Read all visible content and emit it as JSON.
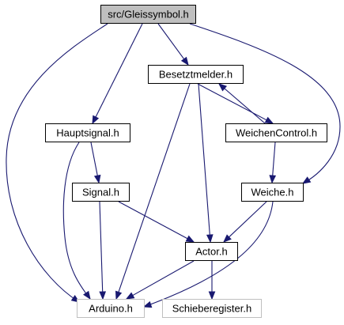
{
  "graph": {
    "colors": {
      "edge": "#191970",
      "node_border": "#000000",
      "node_fill": "#ffffff",
      "root_fill": "#bfbfbf",
      "external_border": "#bfbfbf"
    },
    "nodes": [
      {
        "id": "gleissymbol",
        "label": "src/Gleissymbol.h",
        "style": "root"
      },
      {
        "id": "besetztmelder",
        "label": "Besetztmelder.h",
        "style": "normal"
      },
      {
        "id": "hauptsignal",
        "label": "Hauptsignal.h",
        "style": "normal"
      },
      {
        "id": "weichencontrol",
        "label": "WeichenControl.h",
        "style": "normal"
      },
      {
        "id": "signal",
        "label": "Signal.h",
        "style": "normal"
      },
      {
        "id": "weiche",
        "label": "Weiche.h",
        "style": "normal"
      },
      {
        "id": "actor",
        "label": "Actor.h",
        "style": "normal"
      },
      {
        "id": "arduino",
        "label": "Arduino.h",
        "style": "external"
      },
      {
        "id": "schieberegister",
        "label": "Schieberegister.h",
        "style": "external"
      }
    ],
    "edges": [
      {
        "from": "gleissymbol",
        "to": "besetztmelder"
      },
      {
        "from": "gleissymbol",
        "to": "hauptsignal"
      },
      {
        "from": "gleissymbol",
        "to": "weiche"
      },
      {
        "from": "gleissymbol",
        "to": "arduino"
      },
      {
        "from": "besetztmelder",
        "to": "weichencontrol"
      },
      {
        "from": "weichencontrol",
        "to": "besetztmelder"
      },
      {
        "from": "besetztmelder",
        "to": "actor"
      },
      {
        "from": "besetztmelder",
        "to": "arduino"
      },
      {
        "from": "hauptsignal",
        "to": "signal"
      },
      {
        "from": "hauptsignal",
        "to": "arduino"
      },
      {
        "from": "weichencontrol",
        "to": "weiche"
      },
      {
        "from": "signal",
        "to": "actor"
      },
      {
        "from": "signal",
        "to": "arduino"
      },
      {
        "from": "weiche",
        "to": "actor"
      },
      {
        "from": "weiche",
        "to": "arduino"
      },
      {
        "from": "actor",
        "to": "arduino"
      },
      {
        "from": "actor",
        "to": "schieberegister"
      }
    ]
  }
}
